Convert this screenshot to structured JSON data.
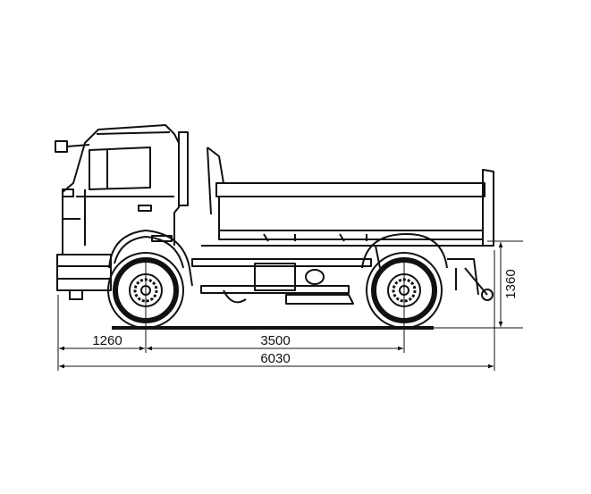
{
  "drawing": {
    "subject": "dump-truck-side-view",
    "line_color": "#111111",
    "background": "#ffffff",
    "dimensions": {
      "front_overhang": "1260",
      "wheelbase": "3500",
      "overall_length": "6030",
      "frame_height": "1360"
    }
  }
}
